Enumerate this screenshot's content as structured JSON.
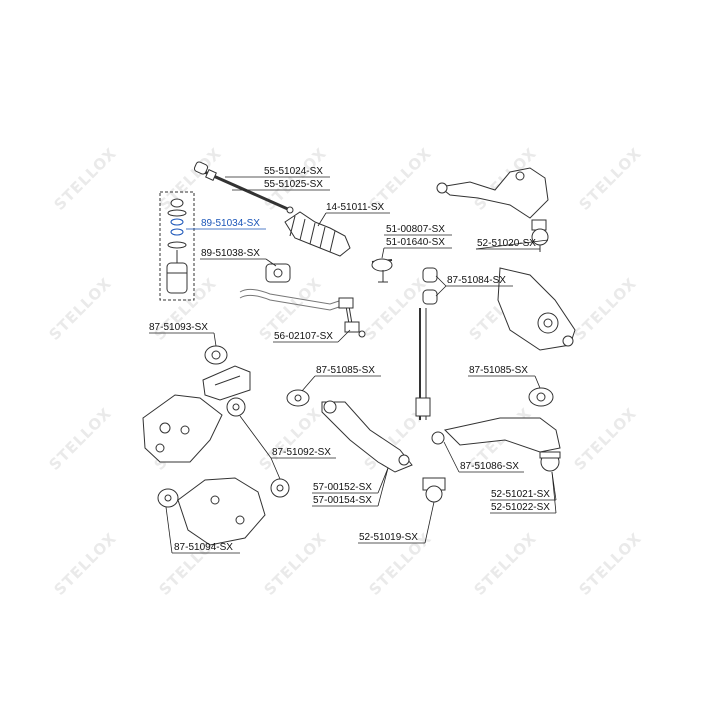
{
  "watermark": "STELLOX",
  "part_labels": [
    "55-51024-SX",
    "55-51025-SX",
    "14-51011-SX",
    "89-51034-SX",
    "89-51038-SX",
    "51-00807-SX",
    "51-01640-SX",
    "52-51020-SX",
    "87-51084-SX",
    "56-02107-SX",
    "87-51093-SX",
    "87-51085-SX",
    "87-51085-SX",
    "87-51092-SX",
    "87-51086-SX",
    "57-00152-SX",
    "57-00154-SX",
    "52-51021-SX",
    "52-51022-SX",
    "52-51019-SX",
    "87-51094-SX"
  ],
  "highlighted_label": "89-51034-SX",
  "colors": {
    "line": "#333333",
    "highlight": "#1a55b8",
    "watermark": "#e8e8e8"
  }
}
